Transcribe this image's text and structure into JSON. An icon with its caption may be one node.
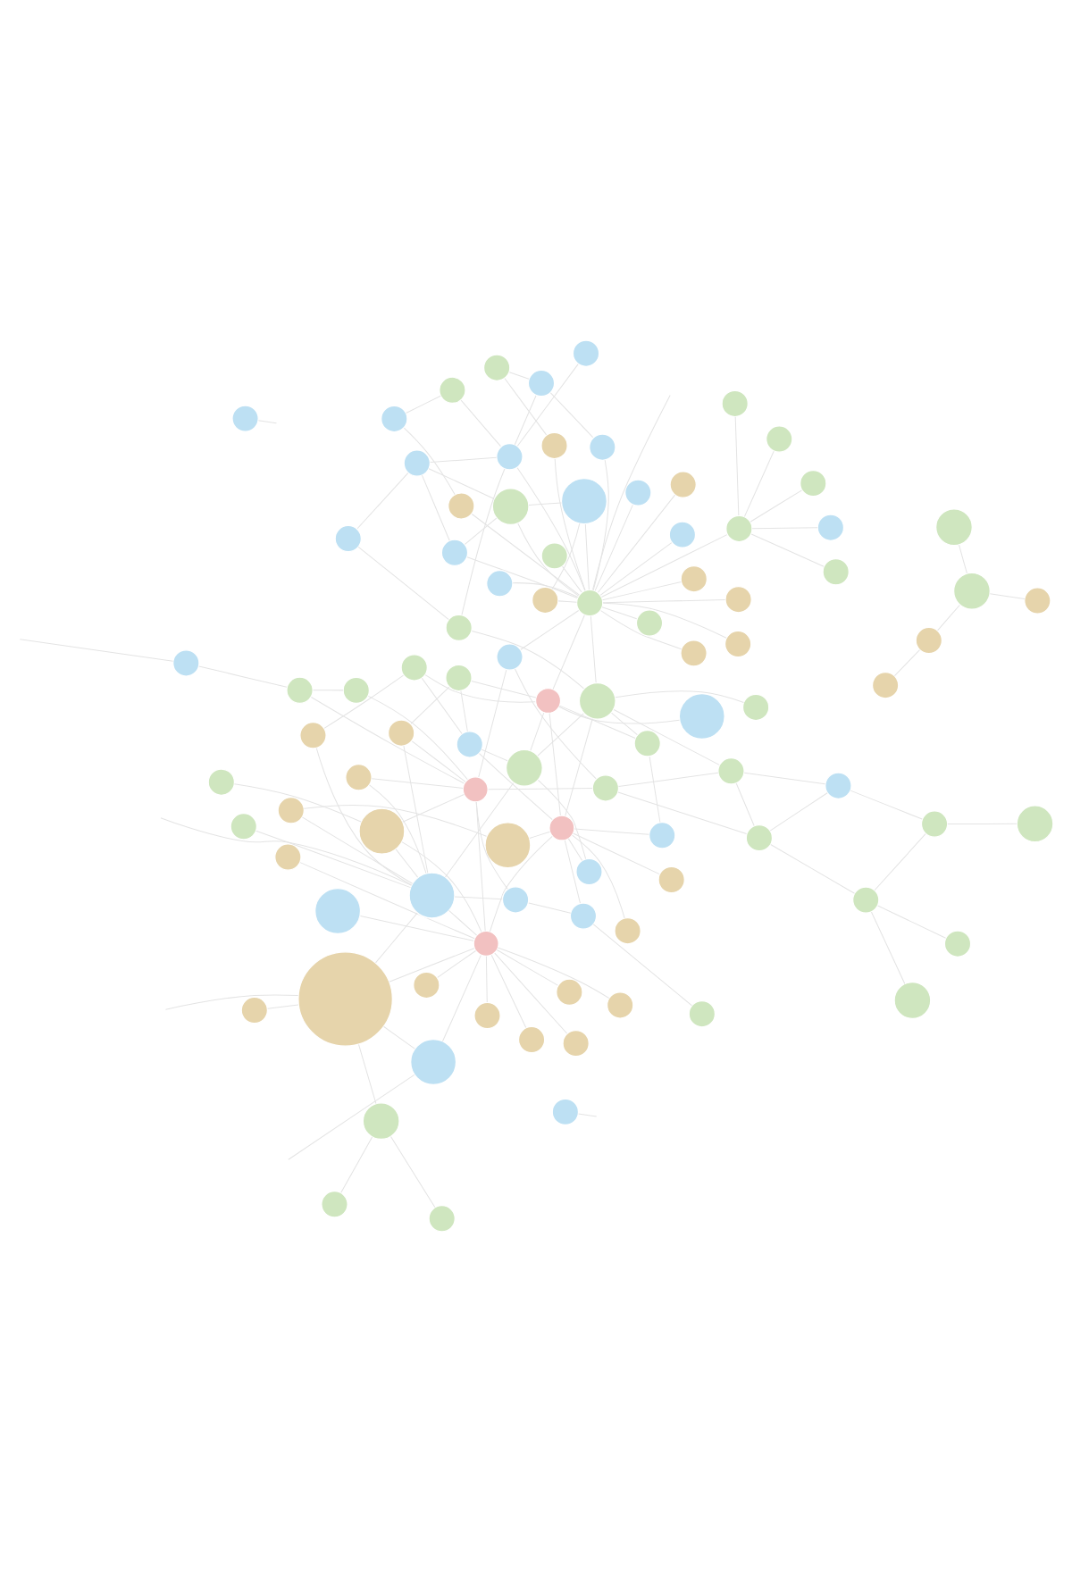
{
  "diagram": {
    "nodes": [
      {
        "text": [],
        "shape": "circle"
      },
      {
        "text": [],
        "shape": "circle"
      },
      {
        "text": [],
        "shape": "circle"
      },
      {
        "text": [],
        "shape": "circle"
      },
      {
        "text": [],
        "shape": "circle"
      },
      {
        "text": [],
        "shape": "circle"
      },
      {
        "text": [],
        "shape": "circle"
      },
      {
        "text": [],
        "shape": "circle"
      },
      {
        "text": [],
        "shape": "circle"
      },
      {
        "text": [],
        "shape": "circle"
      },
      {
        "text": [],
        "shape": "circle"
      },
      {
        "text": [],
        "shape": "circle"
      },
      {
        "text": [],
        "shape": "circle"
      },
      {
        "text": [],
        "shape": "circle"
      },
      {
        "text": [],
        "shape": "circle"
      },
      {
        "text": [],
        "shape": "circle"
      },
      {
        "text": [],
        "shape": "circle"
      },
      {
        "text": [],
        "shape": "circle"
      },
      {
        "text": [],
        "shape": "circle"
      },
      {
        "text": [],
        "shape": "circle"
      },
      {
        "text": [],
        "shape": "circle"
      },
      {
        "text": [],
        "shape": "circle"
      },
      {
        "text": [],
        "shape": "circle"
      },
      {
        "text": [],
        "shape": "circle"
      },
      {
        "text": [],
        "shape": "circle"
      },
      {
        "text": [],
        "shape": "circle"
      },
      {
        "text": [],
        "shape": "circle"
      },
      {
        "text": [],
        "shape": "circle"
      },
      {
        "text": [],
        "shape": "circle"
      },
      {
        "text": [],
        "shape": "circle"
      },
      {
        "text": [],
        "shape": "circle"
      },
      {
        "text": [],
        "shape": "circle"
      },
      {
        "text": [],
        "shape": "circle"
      },
      {
        "text": [],
        "shape": "circle"
      },
      {
        "text": [],
        "shape": "circle"
      },
      {
        "text": [],
        "shape": "circle"
      },
      {
        "text": [],
        "shape": "circle"
      },
      {
        "text": [],
        "shape": "circle"
      },
      {
        "text": [],
        "shape": "circle"
      },
      {
        "text": [],
        "shape": "circle"
      },
      {
        "text": [],
        "shape": "circle"
      },
      {
        "text": [],
        "shape": "circle"
      },
      {
        "text": [],
        "shape": "circle"
      },
      {
        "text": [],
        "shape": "circle"
      },
      {
        "text": [],
        "shape": "circle"
      },
      {
        "text": [],
        "shape": "circle"
      },
      {
        "text": [],
        "shape": "circle"
      },
      {
        "text": [],
        "shape": "circle"
      },
      {
        "text": [],
        "shape": "circle"
      },
      {
        "text": [],
        "shape": "circle"
      },
      {
        "text": [],
        "shape": "circle"
      },
      {
        "text": [],
        "shape": "circle"
      },
      {
        "text": [],
        "shape": "circle"
      },
      {
        "text": [],
        "shape": "circle"
      },
      {
        "text": [],
        "shape": "circle"
      },
      {
        "text": [],
        "shape": "circle"
      },
      {
        "text": [],
        "shape": "circle"
      },
      {
        "text": [],
        "shape": "circle"
      },
      {
        "text": [],
        "shape": "circle"
      },
      {
        "text": [],
        "shape": "circle"
      },
      {
        "text": [],
        "shape": "circle"
      },
      {
        "text": [],
        "shape": "circle"
      },
      {
        "text": [],
        "shape": "circle"
      },
      {
        "text": [],
        "shape": "circle"
      },
      {
        "text": [],
        "shape": "circle"
      },
      {
        "text": [],
        "shape": "circle"
      },
      {
        "text": [],
        "shape": "circle"
      },
      {
        "text": [],
        "shape": "circle"
      },
      {
        "text": [],
        "shape": "circle"
      },
      {
        "text": [],
        "shape": "circle"
      },
      {
        "text": [],
        "shape": "circle"
      },
      {
        "text": [],
        "shape": "circle"
      },
      {
        "text": [],
        "shape": "circle"
      },
      {
        "text": [],
        "shape": "circle"
      },
      {
        "text": [],
        "shape": "circle"
      },
      {
        "text": [],
        "shape": "circle"
      },
      {
        "text": [],
        "shape": "circle"
      },
      {
        "text": [],
        "shape": "circle"
      },
      {
        "text": [],
        "shape": "circle"
      },
      {
        "text": [],
        "shape": "circle"
      },
      {
        "text": [],
        "shape": "circle"
      },
      {
        "text": [],
        "shape": "circle"
      },
      {
        "text": [],
        "shape": "circle"
      },
      {
        "text": [],
        "shape": "circle"
      },
      {
        "text": [],
        "shape": "circle"
      },
      {
        "text": [],
        "shape": "circle"
      },
      {
        "text": [],
        "shape": "circle"
      },
      {
        "text": [],
        "shape": "circle"
      },
      {
        "text": [],
        "shape": "circle"
      },
      {
        "text": [],
        "shape": "circle"
      },
      {
        "text": [],
        "shape": "circle"
      },
      {
        "text": [],
        "shape": "circle"
      },
      {
        "text": [],
        "shape": "circle"
      },
      {
        "text": [],
        "shape": "circle"
      },
      {
        "text": [],
        "shape": "circle"
      }
    ],
    "edges": [
      {
        "from": 8,
        "to": 0,
        "arrow": "none"
      },
      {
        "from": 8,
        "to": 1,
        "arrow": "none"
      },
      {
        "from": 8,
        "to": 3,
        "arrow": "none"
      },
      {
        "from": 8,
        "to": 4,
        "arrow": "none"
      },
      {
        "from": 8,
        "to": 2,
        "arrow": "none"
      },
      {
        "from": 8,
        "to": 5,
        "arrow": "none"
      },
      {
        "from": 8,
        "to": 6,
        "arrow": "none"
      },
      {
        "from": 8,
        "to": 9,
        "arrow": "none"
      },
      {
        "from": 8,
        "to": 10,
        "arrow": "none"
      },
      {
        "from": 8,
        "to": 20,
        "arrow": "none"
      },
      {
        "from": 8,
        "to": 45,
        "arrow": "none"
      },
      {
        "from": 8,
        "to": 28,
        "arrow": "none"
      },
      {
        "from": 8,
        "to": 33,
        "arrow": "none"
      },
      {
        "from": 8,
        "to": 34,
        "arrow": "none"
      },
      {
        "from": 7,
        "to": 19,
        "arrow": "none"
      },
      {
        "from": 19,
        "to": 27,
        "arrow": "none"
      },
      {
        "from": 19,
        "to": 34,
        "arrow": "none"
      },
      {
        "from": 10,
        "to": 11,
        "arrow": "none"
      },
      {
        "from": 10,
        "to": 13,
        "arrow": "none"
      },
      {
        "from": 10,
        "to": 20,
        "arrow": "none"
      },
      {
        "from": 10,
        "to": 9,
        "arrow": "none"
      },
      {
        "from": 10,
        "to": null,
        "arrow": "none"
      },
      {
        "from": 9,
        "to": null,
        "arrow": "none"
      },
      {
        "from": 20,
        "to": null,
        "arrow": "none"
      },
      {
        "from": 12,
        "to": 13,
        "arrow": "none"
      },
      {
        "from": 14,
        "to": 13,
        "arrow": "none"
      },
      {
        "from": 15,
        "to": 16,
        "arrow": "none"
      },
      {
        "from": 16,
        "to": 17,
        "arrow": "none"
      },
      {
        "from": 17,
        "to": 18,
        "arrow": "none"
      },
      {
        "from": 21,
        "to": 16,
        "arrow": "none"
      },
      {
        "from": 22,
        "to": 20,
        "arrow": "none"
      },
      {
        "from": 29,
        "to": 28,
        "arrow": "none"
      },
      {
        "from": 20,
        "to": 23,
        "arrow": "none"
      },
      {
        "from": 20,
        "to": 24,
        "arrow": "none"
      },
      {
        "from": 20,
        "to": 25,
        "arrow": "none"
      },
      {
        "from": 20,
        "to": 26,
        "arrow": "none"
      },
      {
        "from": 20,
        "to": 27,
        "arrow": "none"
      },
      {
        "from": 20,
        "to": 28,
        "arrow": "none"
      },
      {
        "from": 33,
        "to": 28,
        "arrow": "none"
      },
      {
        "from": 33,
        "to": 27,
        "arrow": "none"
      },
      {
        "from": 33,
        "to": 26,
        "arrow": "none"
      },
      {
        "from": 33,
        "to": 25,
        "arrow": "none"
      },
      {
        "from": 33,
        "to": 41,
        "arrow": "none"
      },
      {
        "from": 33,
        "to": 43,
        "arrow": "none"
      },
      {
        "from": 33,
        "to": 44,
        "arrow": "none"
      },
      {
        "from": 33,
        "to": 49,
        "arrow": "none"
      },
      {
        "from": 34,
        "to": 30,
        "arrow": "none"
      },
      {
        "from": 34,
        "to": 31,
        "arrow": "none"
      },
      {
        "from": 34,
        "to": 32,
        "arrow": "none"
      },
      {
        "from": 34,
        "to": 42,
        "arrow": "none"
      },
      {
        "from": 34,
        "to": 47,
        "arrow": "none"
      },
      {
        "from": 34,
        "to": 48,
        "arrow": "none"
      },
      {
        "from": 34,
        "to": 66,
        "arrow": "none"
      },
      {
        "from": 34,
        "to": 59,
        "arrow": "none"
      },
      {
        "from": 32,
        "to": 23,
        "arrow": "none"
      },
      {
        "from": 35,
        "to": 24,
        "arrow": "none"
      },
      {
        "from": 37,
        "to": 26,
        "arrow": "none"
      },
      {
        "from": 38,
        "to": 20,
        "arrow": "none"
      },
      {
        "from": 38,
        "to": 59,
        "arrow": "none"
      },
      {
        "from": 38,
        "to": 66,
        "arrow": "none"
      },
      {
        "from": 35,
        "to": 66,
        "arrow": "none"
      },
      {
        "from": 36,
        "to": 66,
        "arrow": "none"
      },
      {
        "from": 37,
        "to": 66,
        "arrow": "none"
      },
      {
        "from": 42,
        "to": 38,
        "arrow": "none"
      },
      {
        "from": 47,
        "to": 38,
        "arrow": "none"
      },
      {
        "from": 47,
        "to": 35,
        "arrow": "none"
      },
      {
        "from": 48,
        "to": 36,
        "arrow": "none"
      },
      {
        "from": 47,
        "to": 37,
        "arrow": "none"
      },
      {
        "from": 36,
        "to": 59,
        "arrow": "none"
      },
      {
        "from": 39,
        "to": null,
        "arrow": "none"
      },
      {
        "from": 40,
        "to": null,
        "arrow": "none"
      },
      {
        "from": 43,
        "to": 46,
        "arrow": "none"
      },
      {
        "from": 41,
        "to": 43,
        "arrow": "none"
      },
      {
        "from": 46,
        "to": null,
        "arrow": "none"
      },
      {
        "from": 44,
        "to": 49,
        "arrow": "none"
      },
      {
        "from": 50,
        "to": 51,
        "arrow": "none"
      },
      {
        "from": 49,
        "to": 51,
        "arrow": "none"
      },
      {
        "from": 52,
        "to": 53,
        "arrow": "none"
      },
      {
        "from": 52,
        "to": 54,
        "arrow": "none"
      },
      {
        "from": 54,
        "to": 55,
        "arrow": "none"
      },
      {
        "from": 54,
        "to": 56,
        "arrow": "none"
      },
      {
        "from": 57,
        "to": 58,
        "arrow": "none"
      },
      {
        "from": 51,
        "to": 54,
        "arrow": "none"
      },
      {
        "from": 50,
        "to": 52,
        "arrow": "none"
      },
      {
        "from": 59,
        "to": 60,
        "arrow": "none"
      },
      {
        "from": 59,
        "to": 61,
        "arrow": "none"
      },
      {
        "from": 59,
        "to": 85,
        "arrow": "none"
      },
      {
        "from": 59,
        "to": 67,
        "arrow": "none"
      },
      {
        "from": 60,
        "to": 49,
        "arrow": "none"
      },
      {
        "from": 60,
        "to": 51,
        "arrow": "none"
      },
      {
        "from": 60,
        "to": 50,
        "arrow": "none"
      },
      {
        "from": 62,
        "to": 63,
        "arrow": "none"
      },
      {
        "from": 62,
        "to": 72,
        "arrow": "none"
      },
      {
        "from": 62,
        "to": 83,
        "arrow": "none"
      },
      {
        "from": 62,
        "to": 57,
        "arrow": "none"
      },
      {
        "from": 66,
        "to": 65,
        "arrow": "none"
      },
      {
        "from": 66,
        "to": 67,
        "arrow": "none"
      },
      {
        "from": 67,
        "to": 63,
        "arrow": "none"
      },
      {
        "from": 67,
        "to": 68,
        "arrow": "none"
      },
      {
        "from": 67,
        "to": 69,
        "arrow": "none"
      },
      {
        "from": 67,
        "to": 70,
        "arrow": "none"
      },
      {
        "from": 67,
        "to": 71,
        "arrow": "none"
      },
      {
        "from": 67,
        "to": 73,
        "arrow": "none"
      },
      {
        "from": 67,
        "to": 74,
        "arrow": "none"
      },
      {
        "from": 67,
        "to": 75,
        "arrow": "none"
      },
      {
        "from": 67,
        "to": 76,
        "arrow": "none"
      },
      {
        "from": 67,
        "to": 77,
        "arrow": "none"
      },
      {
        "from": 67,
        "to": 78,
        "arrow": "none"
      },
      {
        "from": 67,
        "to": 79,
        "arrow": "none"
      },
      {
        "from": 67,
        "to": 80,
        "arrow": "none"
      },
      {
        "from": 67,
        "to": 81,
        "arrow": "none"
      },
      {
        "from": 67,
        "to": 83,
        "arrow": "none"
      },
      {
        "from": 67,
        "to": 84,
        "arrow": "none"
      },
      {
        "from": 67,
        "to": 44,
        "arrow": "none"
      },
      {
        "from": 67,
        "to": 57,
        "arrow": "none"
      },
      {
        "from": 67,
        "to": 58,
        "arrow": "none"
      },
      {
        "from": 67,
        "to": 64,
        "arrow": "none"
      },
      {
        "from": 67,
        "to": null,
        "arrow": "none"
      },
      {
        "from": 69,
        "to": 58,
        "arrow": "none"
      },
      {
        "from": 63,
        "to": 57,
        "arrow": "none"
      },
      {
        "from": 84,
        "to": 86,
        "arrow": "none"
      },
      {
        "from": 84,
        "to": 87,
        "arrow": "none"
      },
      {
        "from": 84,
        "to": 88,
        "arrow": "none"
      },
      {
        "from": 84,
        "to": 89,
        "arrow": "none"
      },
      {
        "from": 84,
        "to": 90,
        "arrow": "none"
      },
      {
        "from": 82,
        "to": 83,
        "arrow": "none"
      },
      {
        "from": 83,
        "to": 93,
        "arrow": "none"
      },
      {
        "from": 83,
        "to": 94,
        "arrow": "none"
      },
      {
        "from": 85,
        "to": 72,
        "arrow": "none"
      },
      {
        "from": 85,
        "to": 83,
        "arrow": "none"
      },
      {
        "from": 71,
        "to": 94,
        "arrow": "none"
      },
      {
        "from": 91,
        "to": 93,
        "arrow": "none"
      },
      {
        "from": 91,
        "to": 76,
        "arrow": "none"
      },
      {
        "from": 92,
        "to": 94,
        "arrow": "none"
      },
      {
        "from": 92,
        "to": 79,
        "arrow": "none"
      }
    ]
  }
}
